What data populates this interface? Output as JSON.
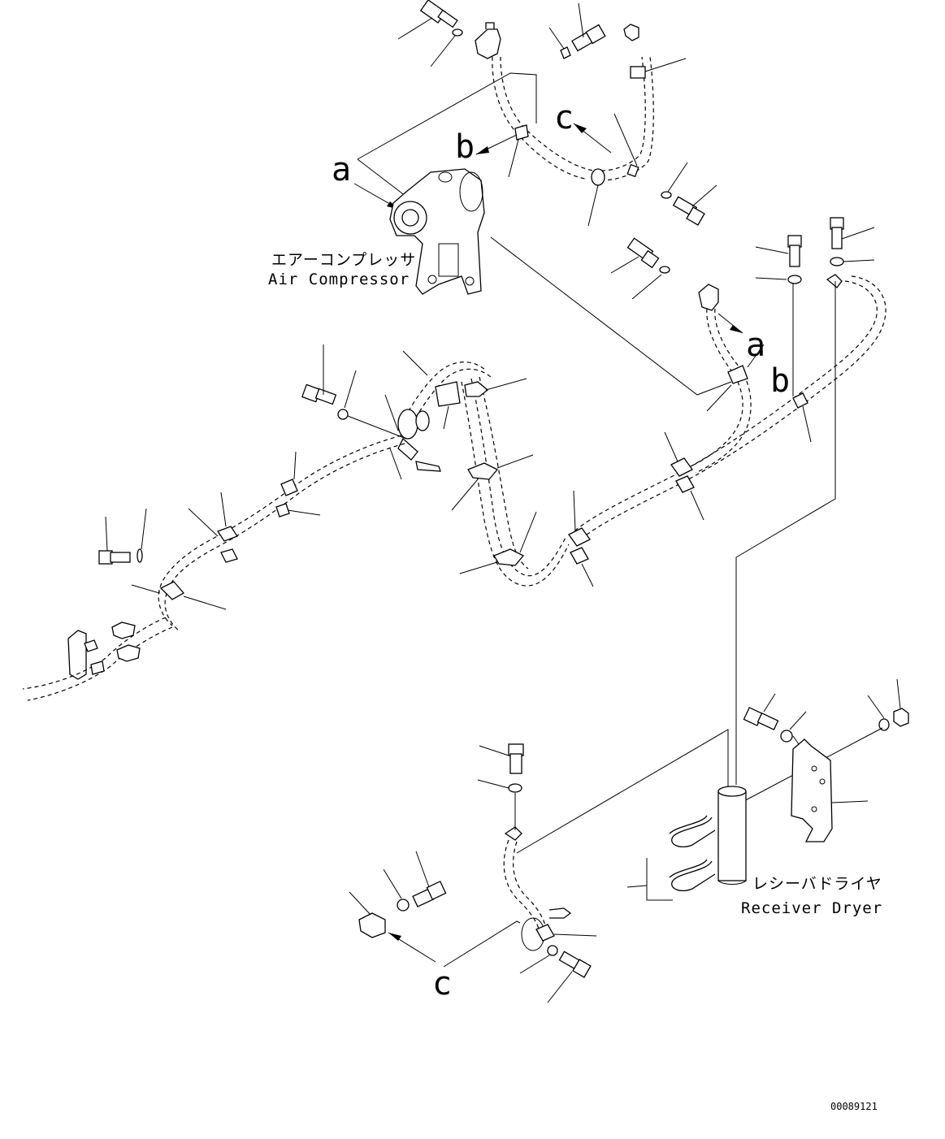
{
  "labels": {
    "air_compressor_jp": "エアーコンプレッサ",
    "air_compressor_en": "Air Compressor",
    "receiver_dryer_jp": "レシーバドライヤ",
    "receiver_dryer_en": "Receiver Dryer"
  },
  "refs": {
    "a_top": "a",
    "b_top": "b",
    "c_top": "c",
    "a_right": "a",
    "b_right": "b",
    "c_bottom": "c"
  },
  "document_number": "00089121"
}
